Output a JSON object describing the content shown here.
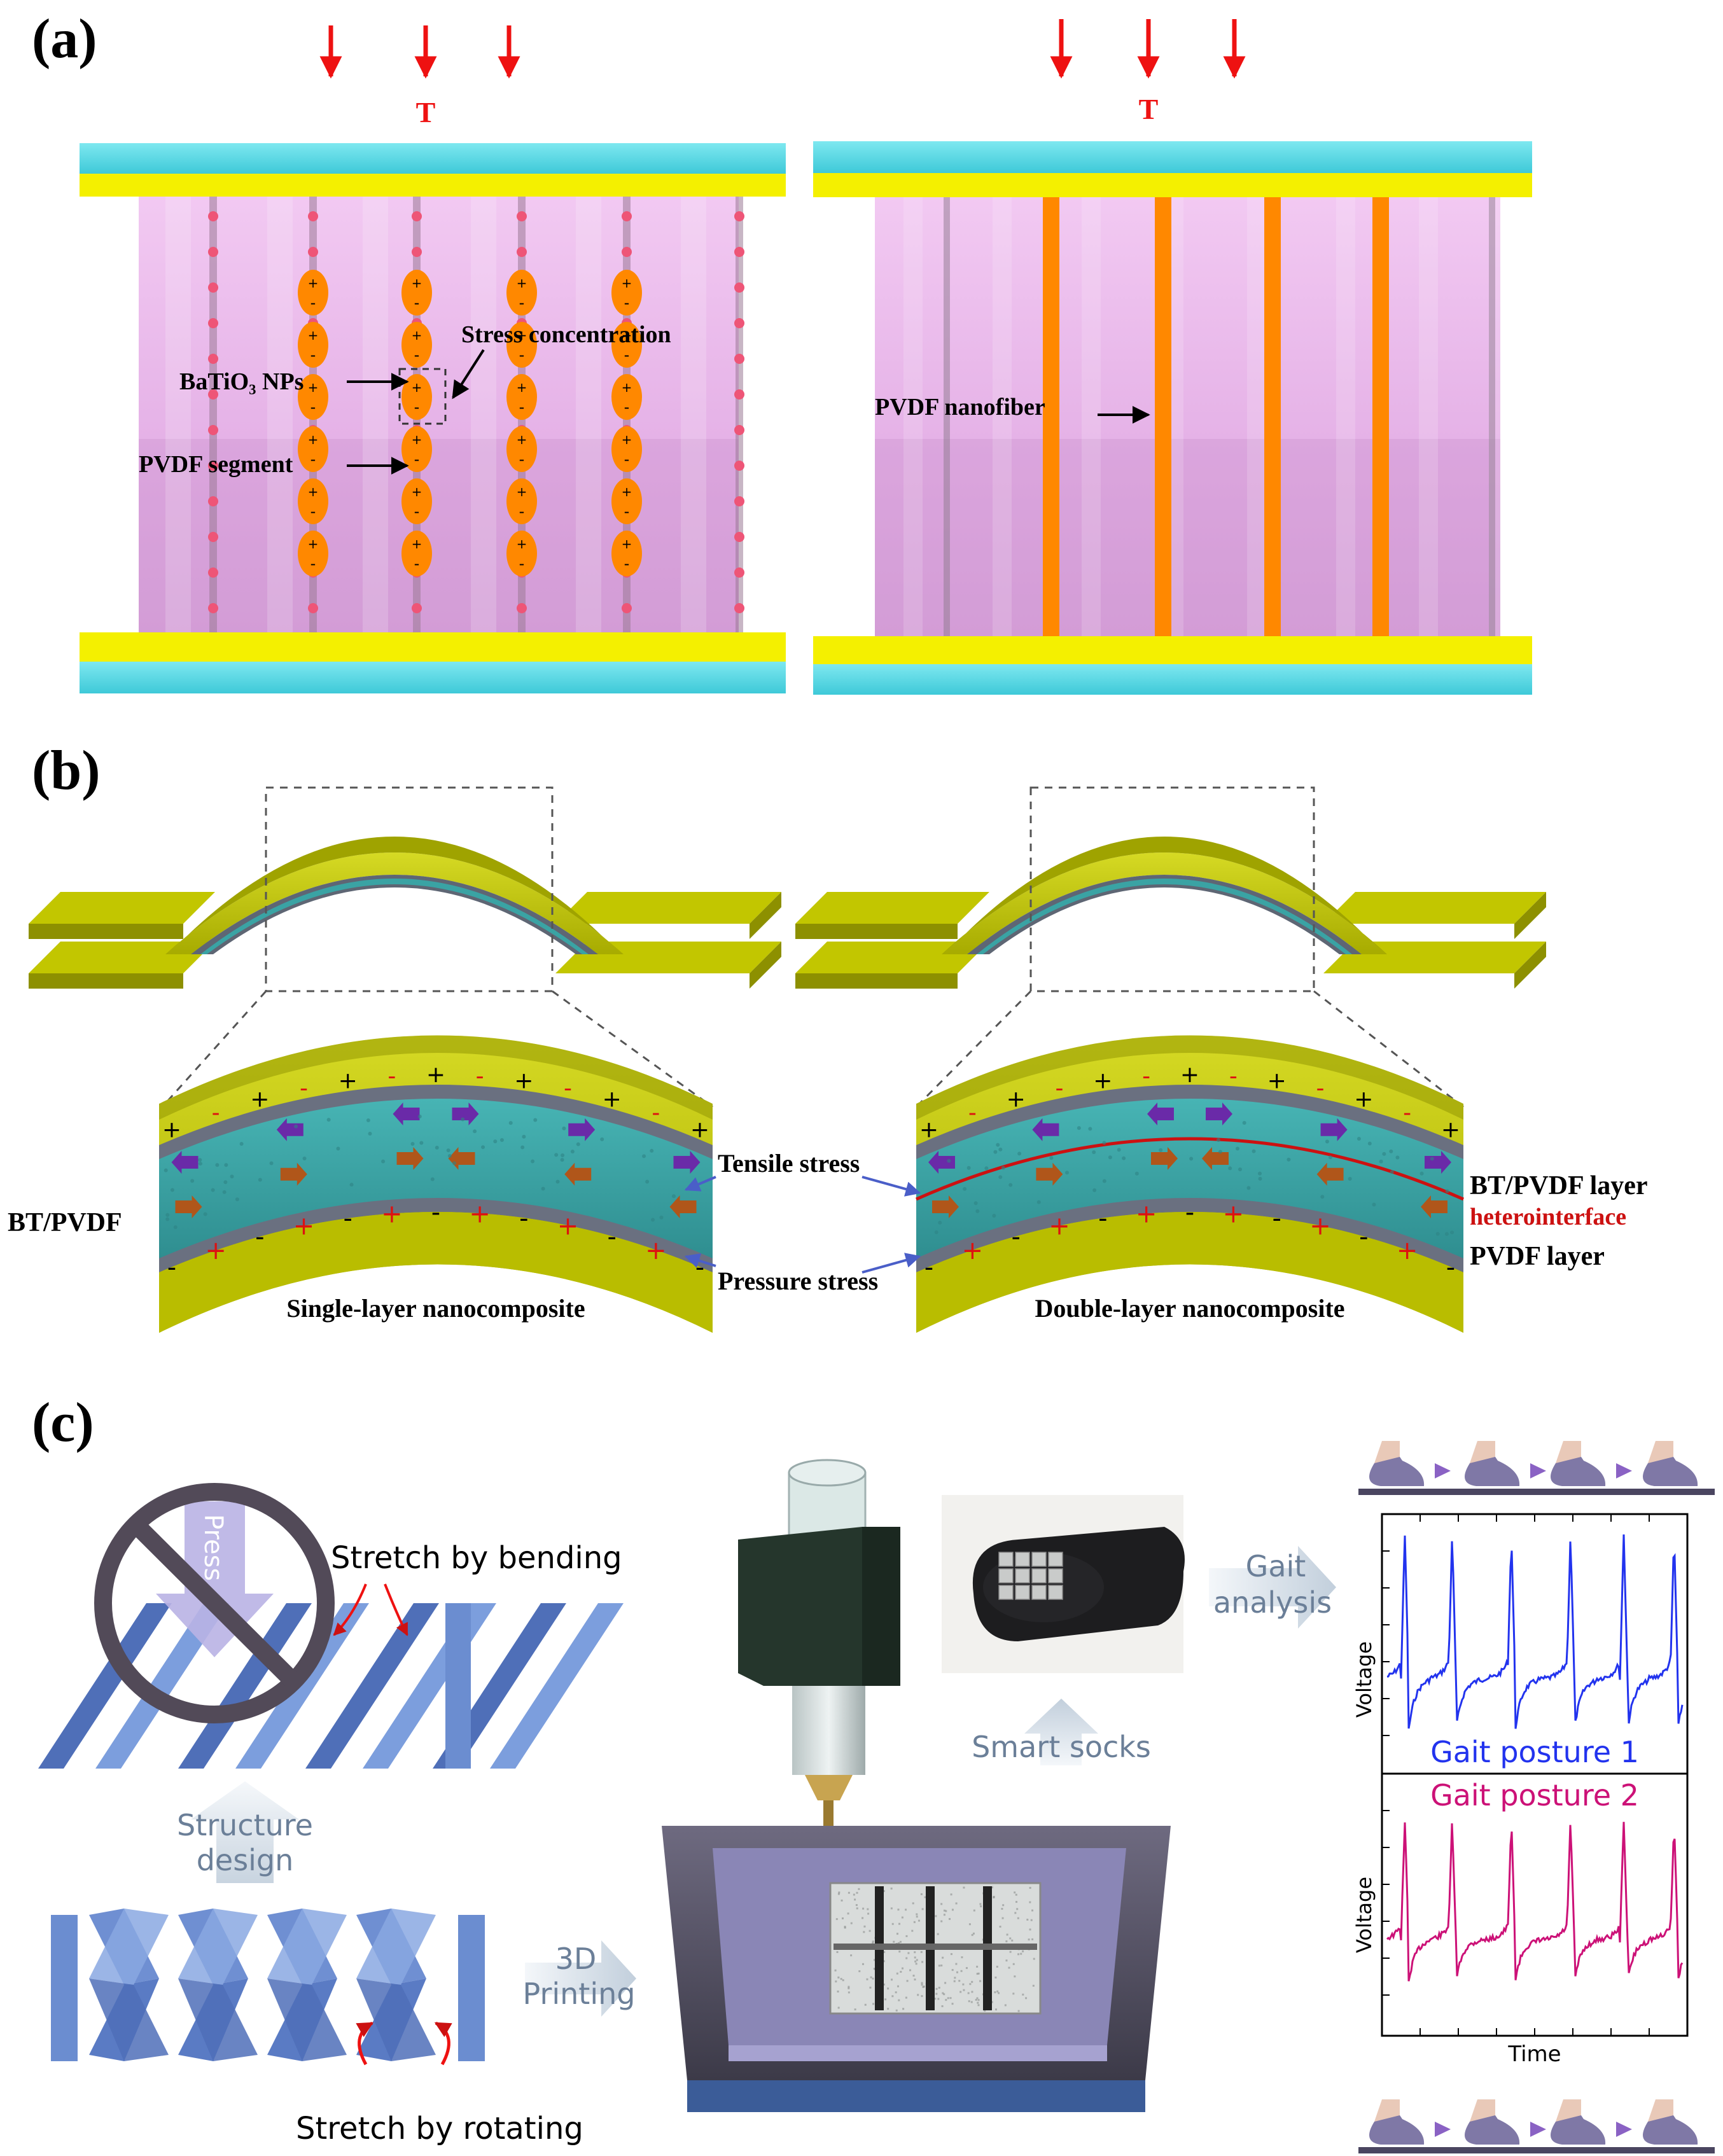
{
  "panel_a": {
    "label": "(a)",
    "load_label_left": "T",
    "load_label_right": "T",
    "annotations": {
      "stress": "Stress concentration",
      "batio3": "BaTiO₃ NPs",
      "pvdf_segment": "PVDF segment",
      "pvdf_nanofiber": "PVDF nanofiber"
    }
  },
  "panel_b": {
    "label": "(b)",
    "left_caption": "Single-layer nanocomposite",
    "right_caption": "Double-layer nanocomposite",
    "left_side_label": "BT/PVDF",
    "tensile": "Tensile stress",
    "pressure": "Pressure stress",
    "bt_pvdf_layer": "BT/PVDF layer",
    "heterointerface": "heterointerface",
    "pvdf_layer": "PVDF layer"
  },
  "panel_c": {
    "label": "(c)",
    "press": "Press",
    "stretch_bending": "Stretch by bending",
    "structure_design": [
      "Structure",
      "design"
    ],
    "stretch_rotating": "Stretch by rotating",
    "printing": [
      "3D",
      "Printing"
    ],
    "smart_socks": "Smart socks",
    "gait_analysis": [
      "Gait",
      "analysis"
    ],
    "plot_top": {
      "posture": "Gait posture 1",
      "ylabel": "Voltage"
    },
    "plot_bottom": {
      "posture": "Gait posture 2",
      "ylabel": "Voltage",
      "xlabel": "Time"
    }
  },
  "colors": {
    "cyan_plate": "#55dcea",
    "yellow_plate": "#f4f000",
    "pink_matrix": "#e8b4ea",
    "orange": "#ff8800",
    "arrow_red": "#ee1111",
    "olive": "#c4c800",
    "teal": "#3aa3a4",
    "structure_blue": "#6b8dd0",
    "signal_blue": "#2233ee",
    "signal_magenta": "#cc1177",
    "heterointerface_red": "#cc1111"
  }
}
